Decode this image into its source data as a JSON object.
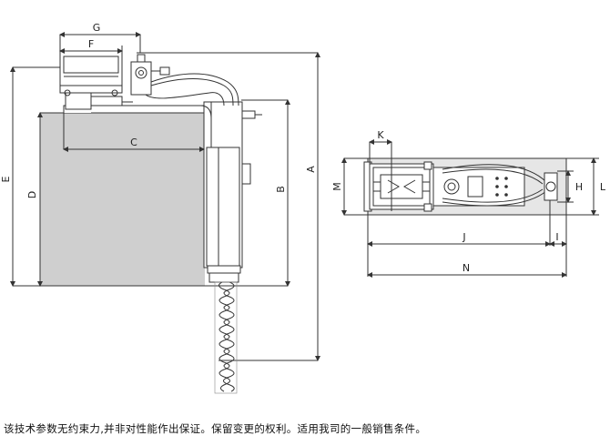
{
  "diagram": {
    "side_view_labels": {
      "G": "G",
      "F": "F",
      "C": "C",
      "E": "E",
      "D": "D",
      "B": "B",
      "A": "A"
    },
    "top_view_labels": {
      "K": "K",
      "M": "M",
      "H": "H",
      "L": "L",
      "J": "J",
      "I": "I",
      "N": "N"
    }
  },
  "footer": {
    "disclaimer": "该技术参数无约束力,并非对性能作出保证。保留变更的权利。适用我司的一般销售条件。"
  }
}
